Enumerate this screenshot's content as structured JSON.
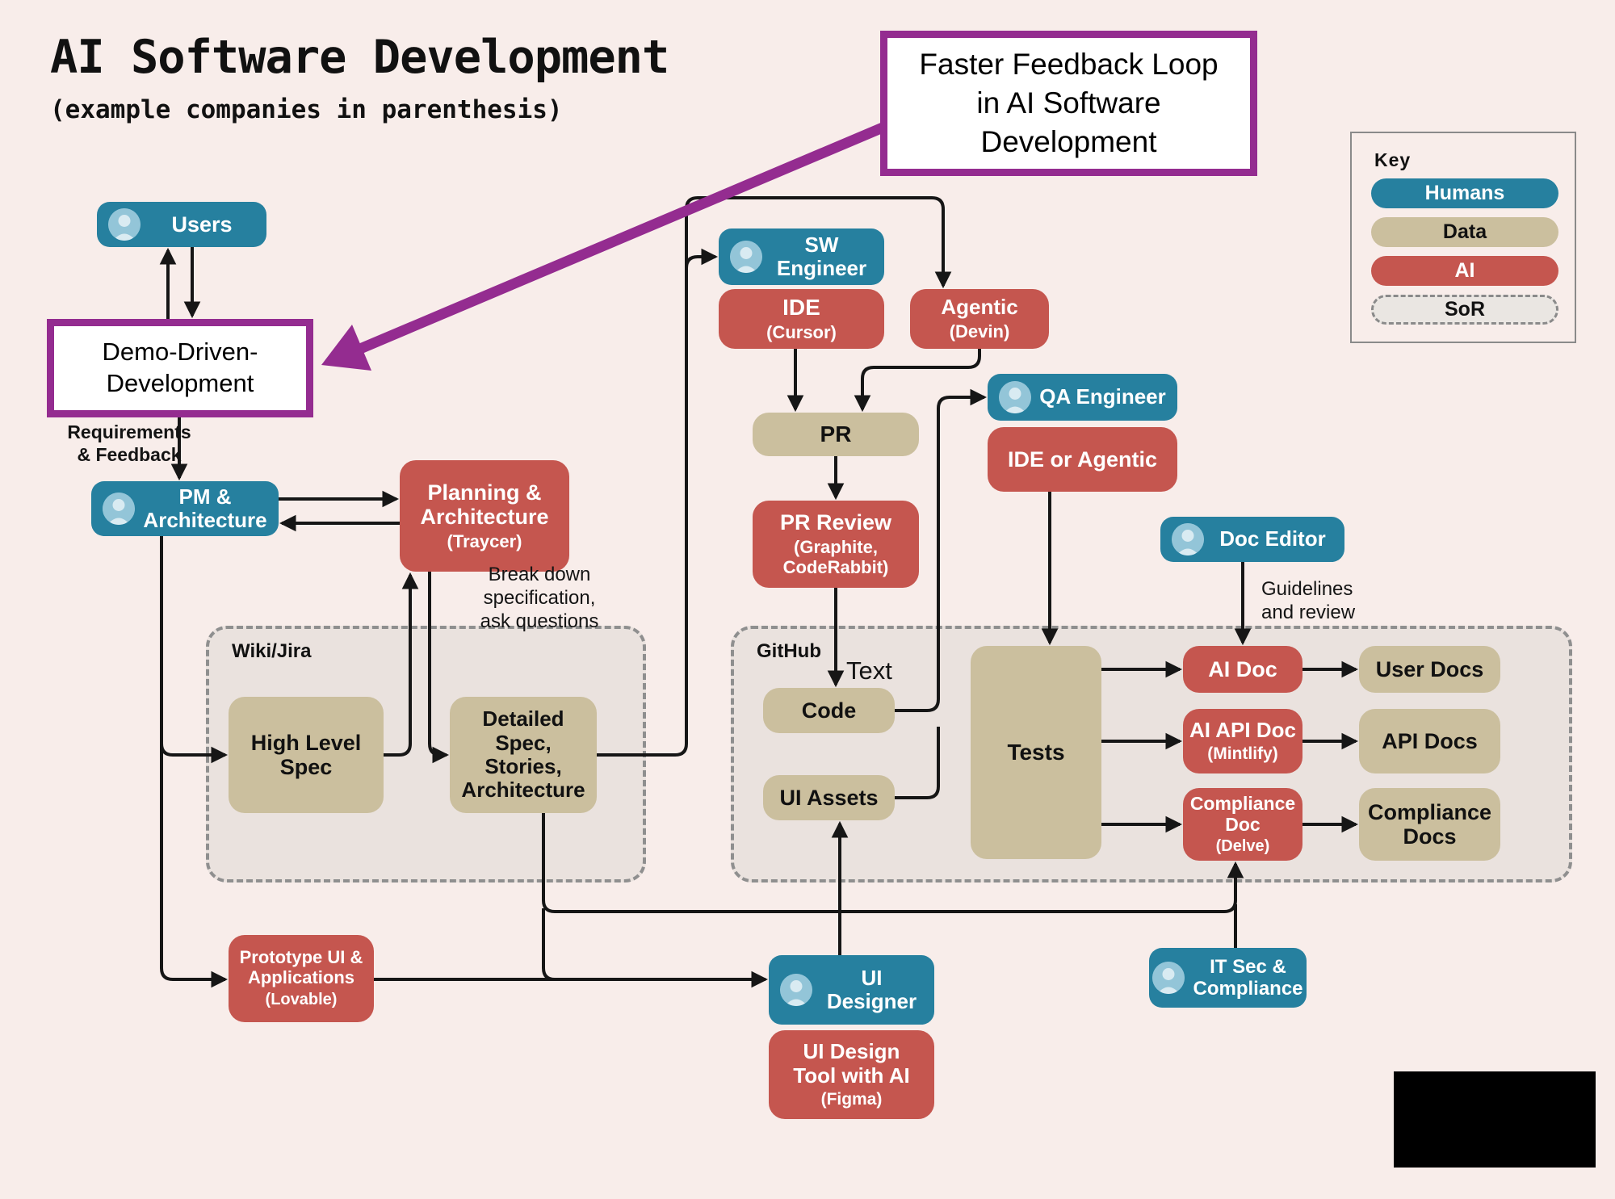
{
  "title": {
    "heading": "AI Software Development",
    "subheading": "(example companies in parenthesis)"
  },
  "callout": {
    "label": "Faster Feedback Loop\nin AI Software\nDevelopment"
  },
  "key": {
    "label": "Key",
    "items": [
      {
        "label": "Humans",
        "color": "#26809f"
      },
      {
        "label": "Data",
        "color": "#cbbf9e"
      },
      {
        "label": "AI",
        "color": "#c5564f"
      },
      {
        "label": "SoR",
        "color": "#eae6e2"
      }
    ]
  },
  "containers": {
    "wiki": {
      "label": "Wiki/Jira"
    },
    "github": {
      "label": "GitHub"
    }
  },
  "nodes": {
    "users": {
      "label": "Users"
    },
    "demo": {
      "label": "Demo-Driven-\nDevelopment"
    },
    "pm": {
      "label": "PM &\nArchitecture"
    },
    "planning": {
      "label": "Planning &\nArchitecture",
      "sublabel": "(Traycer)"
    },
    "sw_engineer": {
      "label": "SW\nEngineer"
    },
    "ide": {
      "label": "IDE",
      "sublabel": "(Cursor)"
    },
    "agentic": {
      "label": "Agentic",
      "sublabel": "(Devin)"
    },
    "pr": {
      "label": "PR"
    },
    "pr_review": {
      "label": "PR Review",
      "sublabel": "(Graphite,\nCodeRabbit)"
    },
    "qa_engineer": {
      "label": "QA Engineer"
    },
    "ide_or_agentic": {
      "label": "IDE or Agentic"
    },
    "doc_editor": {
      "label": "Doc Editor"
    },
    "high_level_spec": {
      "label": "High Level\nSpec"
    },
    "detailed_spec": {
      "label": "Detailed\nSpec,\nStories,\nArchitecture"
    },
    "code": {
      "label": "Code"
    },
    "ui_assets": {
      "label": "UI Assets"
    },
    "tests": {
      "label": "Tests"
    },
    "ai_doc": {
      "label": "AI Doc"
    },
    "ai_api_doc": {
      "label": "AI API Doc",
      "sublabel": "(Mintlify)"
    },
    "compliance_doc": {
      "label": "Compliance\nDoc",
      "sublabel": "(Delve)"
    },
    "user_docs": {
      "label": "User Docs"
    },
    "api_docs": {
      "label": "API Docs"
    },
    "compliance_docs": {
      "label": "Compliance\nDocs"
    },
    "prototype": {
      "label": "Prototype UI &\nApplications",
      "sublabel": "(Lovable)"
    },
    "ui_designer": {
      "label": "UI\nDesigner"
    },
    "ui_design_tool": {
      "label": "UI Design\nTool with AI",
      "sublabel": "(Figma)"
    },
    "it_sec": {
      "label": "IT Sec &\nCompliance"
    }
  },
  "edge_labels": {
    "requirements": "Requirements\n& Feedback",
    "breakdown": "Break down\nspecification,\nask questions",
    "guidelines": "Guidelines\nand review",
    "text": "Text"
  }
}
